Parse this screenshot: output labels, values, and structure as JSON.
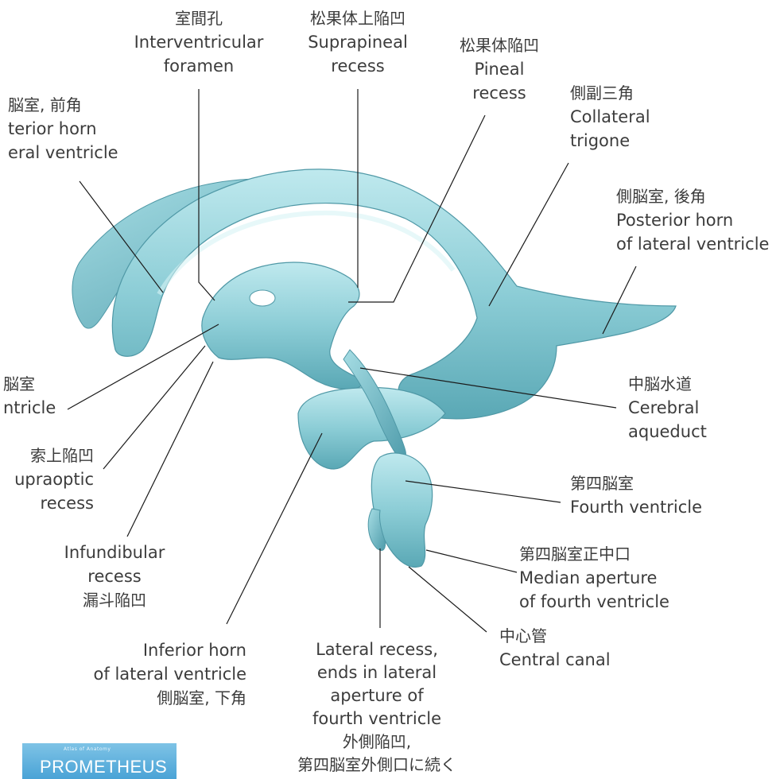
{
  "labels": {
    "interventricular": {
      "jp": "室間孔",
      "en1": "Interventricular",
      "en2": "foramen"
    },
    "suprapineal": {
      "jp": "松果体上陥凹",
      "en1": "Suprapineal",
      "en2": "recess"
    },
    "pineal": {
      "jp": "松果体陥凹",
      "en1": "Pineal",
      "en2": "recess"
    },
    "collateral": {
      "jp": "側副三角",
      "en1": "Collateral",
      "en2": "trigone"
    },
    "anterior_horn": {
      "jp": "脳室, 前角",
      "en1": "terior horn",
      "en2": "eral ventricle"
    },
    "posterior_horn": {
      "jp": "側脳室, 後角",
      "en1": "Posterior horn",
      "en2": "of lateral ventricle"
    },
    "third_ventricle": {
      "jp": "脳室",
      "en1": "ntricle"
    },
    "aqueduct": {
      "jp": "中脳水道",
      "en1": "Cerebral",
      "en2": "aqueduct"
    },
    "supraoptic": {
      "jp": "索上陥凹",
      "en1": "upraoptic",
      "en2": "recess"
    },
    "fourth": {
      "jp": "第四脳室",
      "en1": "Fourth ventricle"
    },
    "infundibular": {
      "en1": "Infundibular",
      "en2": "recess",
      "jp": "漏斗陥凹"
    },
    "median": {
      "jp": "第四脳室正中口",
      "en1": "Median aperture",
      "en2": "of fourth ventricle"
    },
    "central": {
      "jp": "中心管",
      "en1": "Central canal"
    },
    "inferior": {
      "en1": "Inferior horn",
      "en2": "of lateral ventricle",
      "jp": "側脳室, 下角"
    },
    "lateral_recess": {
      "en1": "Lateral recess,",
      "en2": "ends in lateral",
      "en3": "aperture of",
      "en4": "fourth ventricle",
      "jp1": "外側陥凹,",
      "jp2": "第四脳室外側口に続く"
    }
  },
  "logo": {
    "small": "Atlas of Anatomy",
    "word": "PROMETHEUS"
  },
  "colors": {
    "ventricle": "#8ccdd6",
    "ventricle_dark": "#5aa8b5",
    "ventricle_light": "#c3ecef",
    "leader": "#1a1a1a"
  }
}
